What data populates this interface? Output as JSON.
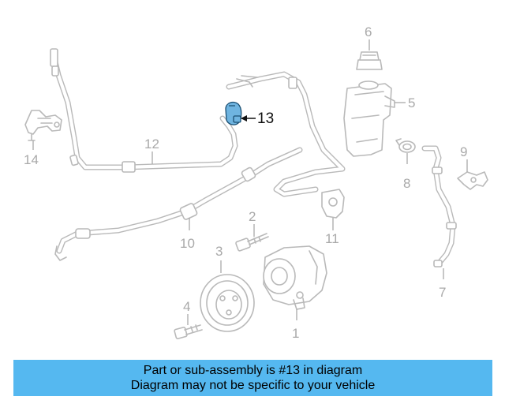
{
  "callouts": {
    "c1": "1",
    "c2": "2",
    "c3": "3",
    "c4": "4",
    "c5": "5",
    "c6": "6",
    "c7": "7",
    "c8": "8",
    "c9": "9",
    "c10": "10",
    "c11": "11",
    "c12": "12",
    "c13": "13",
    "c14": "14"
  },
  "highlight_color": "#6fb4e0",
  "banner": {
    "line1": "Part or sub-assembly is #13 in diagram",
    "line2": "Diagram may not be specific to your vehicle",
    "background": "#55b8f0"
  }
}
